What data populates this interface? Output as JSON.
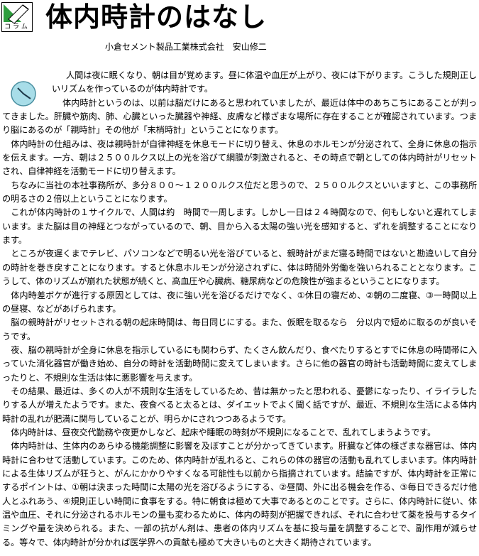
{
  "header": {
    "column_label": "コラム",
    "title": "体内時計のはなし",
    "author": "小倉セメント製品工業株式会社　安山修二"
  },
  "icons": {
    "logo": "column-logo-icon",
    "clock": "clock-icon"
  },
  "colors": {
    "logo_green": "#2e9e3e",
    "clock_fill": "#a8dde8"
  },
  "paragraphs": [
    "人間は夜に眠くなり、朝は目が覚めます。昼に体温や血圧が上がり、夜には下がります。こうした規則正しいリズムを作っているのが体内時計です。",
    "体内時計というのは、以前は脳だけにあると思われていましたが、最近は体中のあちこちにあることが判ってきました。肝臓や筋肉、肺、心臓といった臓器や神経、皮膚など様ざまな場所に存在することが確認されています。つまり脳にあるのが「親時計」その他が「末梢時計」ということになります。",
    "体内時計の仕組みは、夜は親時計が自律神経を休息モードに切り替え、休息のホルモンが分泌されて、全身に休息の指示を伝えます。一方、朝は２５００ルクス以上の光を浴びて網膜が刺激されると、その時点で朝としての体内時計がリセットされ、自律神経を活動モードに切り替えます。",
    "ちなみに当社の本社事務所が、多分８００～１２００ルクス位だと思うので、２５００ルクスといいますと、この事務所の明るさの２倍以上ということになります。",
    "これが体内時計の１サイクルで、人間は約　時間で一周します。しかし一日は２４時間なので、何もしないと遅れてしまいます。また脳は目の神経とつながっているので、朝、目から入る太陽の強い光を感知すると、ずれを調整することになります。",
    "ところが夜遅くまでテレビ、パソコンなどで明るい光を浴びていると、親時計がまだ寝る時間ではないと勘違いして自分の時計を巻き戻すことになります。すると休息ホルモンが分泌されずに、体は時間外労働を強いられることとなります。こうして、体のリズムが崩れた状態が続くと、高血圧や心臓病、糖尿病などの危険性が強まるということになります。",
    "体内時差ボケが進行する原因としては、夜に強い光を浴びるだけでなく、①休日の寝だめ、②朝の二度寝、③一時間以上の昼寝、などがあげられます。",
    "脳の親時計がリセットされる朝の起床時間は、毎日同じにする。また、仮眠を取るなら　分以内で短めに取るのが良いそうです。",
    "夜、脳の親時計が全身に休息を指示しているにも関わらず、たくさん飲んだり、食べたりするとすでに休息の時間帯に入っていた消化器官が働き始め、自分の時計を活動時間に変えてしまいます。さらに他の器官の時計も活動時間に変えてしまったりと、不規則な生活は体に悪影響を与えます。",
    "その結果、最近は、多くの人が不規則な生活をしているため、昔は無かったと思われる、憂鬱になったり、イライラしたりする人が増えたようです。また、夜食べると太るとは、ダイエットでよく聞く話ですが、最近、不規則な生活による体内時計の乱れが肥満に関与していることが、明らかにされつつあるようです。",
    "体内時計は、昼夜交代勤務や夜更かしなど、起床や睡眠の時刻が不規則になることで、乱れてしまうようです。",
    "体内時計は、生体内のあらゆる機能調整に影響を及ぼすことが分かってきています。肝臓など体の様ざまな器官は、体内時計に合わせて活動しています。このため、体内時計が乱れると、これらの体の器官の活動も乱れてしまいます。体内時計による生体リズムが狂うと、がんにかかりやすくなる可能性も以前から指摘されています。結論ですが、体内時計を正常にするポイントは、①朝は決まった時間に太陽の光を浴びるようにする、②昼間、外に出る機会を作る、③毎日できるだけ他人とふれあう、④規則正しい時間に食事をする。特に朝食は極めて大事であるとのことです。さらに、体内時計に従い、体温や血圧、それに分泌されるホルモンの量も変わるために、体内の時刻が把握できれば、それに合わせて薬を投与するタイミングや量を決められる。また、一部の抗がん剤は、患者の体内リズムを基に投与量を調整することで、副作用が減らせる。等々で、体内時計が分かれば医学界への貢献も極めて大きいものと大きく期待されています。"
  ]
}
